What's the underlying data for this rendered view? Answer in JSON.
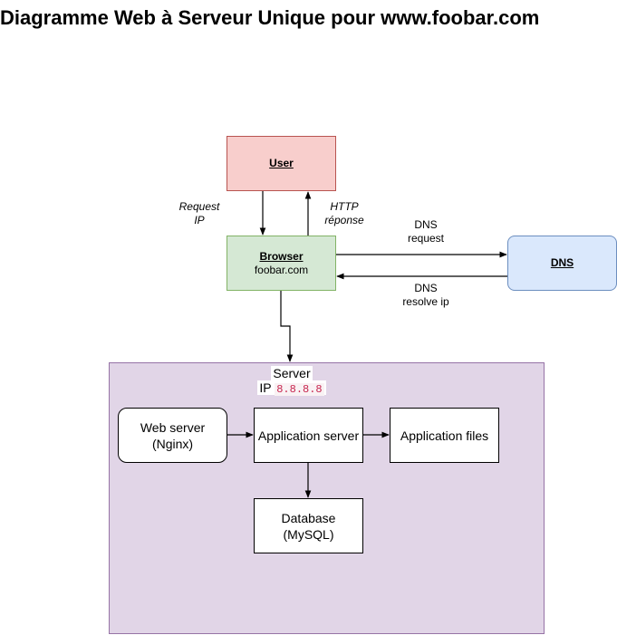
{
  "title": "Diagramme Web à Serveur Unique pour www.foobar.com",
  "nodes": {
    "user": {
      "label": "User"
    },
    "browser": {
      "label": "Browser",
      "sublabel": "foobar.com"
    },
    "dns": {
      "label": "DNS"
    },
    "server": {
      "label": "Server",
      "ip_prefix": "IP",
      "ip": "8.8.8.8"
    },
    "web_server": {
      "line1": "Web server",
      "line2": "(Nginx)"
    },
    "app_server": {
      "label": "Application server"
    },
    "app_files": {
      "label": "Application files"
    },
    "database": {
      "line1": "Database",
      "line2": "(MySQL)"
    }
  },
  "edges": {
    "request_ip": {
      "line1": "Request",
      "line2": "IP"
    },
    "http_reponse": {
      "line1": "HTTP",
      "line2": "réponse"
    },
    "dns_request": {
      "line1": "DNS",
      "line2": "request"
    },
    "dns_resolve": {
      "line1": "DNS",
      "line2": "resolve ip"
    }
  },
  "colors": {
    "user_fill": "#f8cecc",
    "user_stroke": "#b85450",
    "browser_fill": "#d5e8d4",
    "browser_stroke": "#82b366",
    "dns_fill": "#dae8fc",
    "dns_stroke": "#6c8ebf",
    "server_fill": "#e1d5e7",
    "server_stroke": "#9673a6"
  }
}
